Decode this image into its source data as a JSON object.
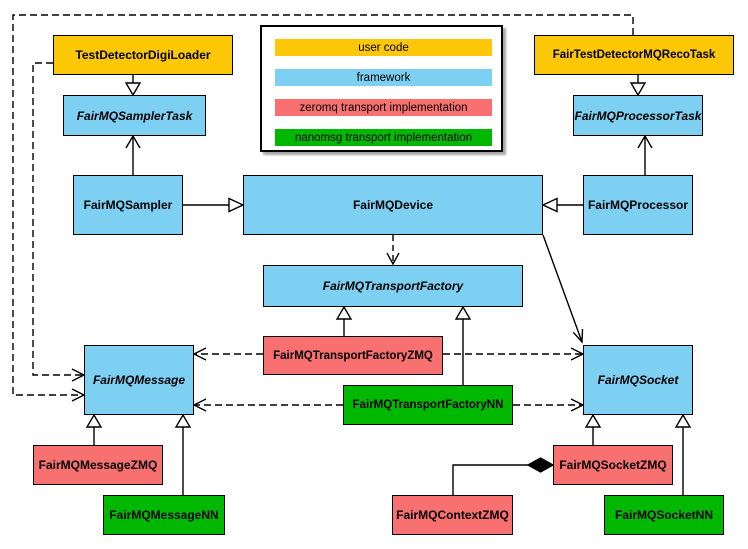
{
  "palette": {
    "user_code": "#FBC707",
    "framework": "#7ED0F2",
    "zeromq_impl": "#F97070",
    "nanomsg_impl": "#00B800",
    "line": "#000000",
    "background": "#FFFFFF"
  },
  "legend": {
    "items": [
      {
        "label": "user code",
        "color": "#FBC707"
      },
      {
        "label": "framework",
        "color": "#7ED0F2"
      },
      {
        "label": "zeromq transport implementation",
        "color": "#F97070"
      },
      {
        "label": "nanomsg transport implementation",
        "color": "#00B800"
      }
    ]
  },
  "nodes": {
    "test_detector_digi_loader": {
      "label": "TestDetectorDigiLoader",
      "category": "user code",
      "abstract": false
    },
    "fair_test_detector_mq_reco_task": {
      "label": "FairTestDetectorMQRecoTask",
      "category": "user code",
      "abstract": false
    },
    "fairmq_sampler_task": {
      "label": "FairMQSamplerTask",
      "category": "framework",
      "abstract": true
    },
    "fairmq_processor_task": {
      "label": "FairMQProcessorTask",
      "category": "framework",
      "abstract": true
    },
    "fairmq_sampler": {
      "label": "FairMQSampler",
      "category": "framework",
      "abstract": false
    },
    "fairmq_device": {
      "label": "FairMQDevice",
      "category": "framework",
      "abstract": false
    },
    "fairmq_processor": {
      "label": "FairMQProcessor",
      "category": "framework",
      "abstract": false
    },
    "fairmq_transport_factory": {
      "label": "FairMQTransportFactory",
      "category": "framework",
      "abstract": true
    },
    "fairmq_transport_factory_zmq": {
      "label": "FairMQTransportFactoryZMQ",
      "category": "zeromq",
      "abstract": false
    },
    "fairmq_transport_factory_nn": {
      "label": "FairMQTransportFactoryNN",
      "category": "nanomsg",
      "abstract": false
    },
    "fairmq_message": {
      "label": "FairMQMessage",
      "category": "framework",
      "abstract": true
    },
    "fairmq_socket": {
      "label": "FairMQSocket",
      "category": "framework",
      "abstract": true
    },
    "fairmq_message_zmq": {
      "label": "FairMQMessageZMQ",
      "category": "zeromq",
      "abstract": false
    },
    "fairmq_message_nn": {
      "label": "FairMQMessageNN",
      "category": "nanomsg",
      "abstract": false
    },
    "fairmq_socket_zmq": {
      "label": "FairMQSocketZMQ",
      "category": "zeromq",
      "abstract": false
    },
    "fairmq_socket_nn": {
      "label": "FairMQSocketNN",
      "category": "nanomsg",
      "abstract": false
    },
    "fairmq_context_zmq": {
      "label": "FairMQContextZMQ",
      "category": "zeromq",
      "abstract": false
    }
  },
  "relationships": [
    {
      "from": "TestDetectorDigiLoader",
      "to": "FairMQSamplerTask",
      "type": "generalization"
    },
    {
      "from": "FairTestDetectorMQRecoTask",
      "to": "FairMQProcessorTask",
      "type": "generalization"
    },
    {
      "from": "FairMQSampler",
      "to": "FairMQSamplerTask",
      "type": "association-arrow"
    },
    {
      "from": "FairMQProcessor",
      "to": "FairMQProcessorTask",
      "type": "association-arrow"
    },
    {
      "from": "FairMQSampler",
      "to": "FairMQDevice",
      "type": "generalization"
    },
    {
      "from": "FairMQProcessor",
      "to": "FairMQDevice",
      "type": "generalization"
    },
    {
      "from": "FairMQDevice",
      "to": "FairMQTransportFactory",
      "type": "dashed-dependency"
    },
    {
      "from": "FairMQDevice",
      "to": "FairMQSocket",
      "type": "association-arrow"
    },
    {
      "from": "TestDetectorDigiLoader",
      "to": "FairMQMessage",
      "type": "dashed-dependency"
    },
    {
      "from": "FairTestDetectorMQRecoTask",
      "to": "FairMQMessage",
      "type": "dashed-dependency"
    },
    {
      "from": "FairMQTransportFactoryZMQ",
      "to": "FairMQTransportFactory",
      "type": "generalization"
    },
    {
      "from": "FairMQTransportFactoryNN",
      "to": "FairMQTransportFactory",
      "type": "generalization"
    },
    {
      "from": "FairMQTransportFactoryZMQ",
      "to": "FairMQMessage",
      "type": "dashed-dependency"
    },
    {
      "from": "FairMQTransportFactoryZMQ",
      "to": "FairMQSocket",
      "type": "dashed-dependency"
    },
    {
      "from": "FairMQTransportFactoryNN",
      "to": "FairMQMessage",
      "type": "dashed-dependency"
    },
    {
      "from": "FairMQTransportFactoryNN",
      "to": "FairMQSocket",
      "type": "dashed-dependency"
    },
    {
      "from": "FairMQMessageZMQ",
      "to": "FairMQMessage",
      "type": "generalization"
    },
    {
      "from": "FairMQMessageNN",
      "to": "FairMQMessage",
      "type": "generalization"
    },
    {
      "from": "FairMQSocketZMQ",
      "to": "FairMQSocket",
      "type": "generalization"
    },
    {
      "from": "FairMQSocketNN",
      "to": "FairMQSocket",
      "type": "generalization"
    },
    {
      "from": "FairMQContextZMQ",
      "to": "FairMQSocketZMQ",
      "type": "composition"
    }
  ]
}
